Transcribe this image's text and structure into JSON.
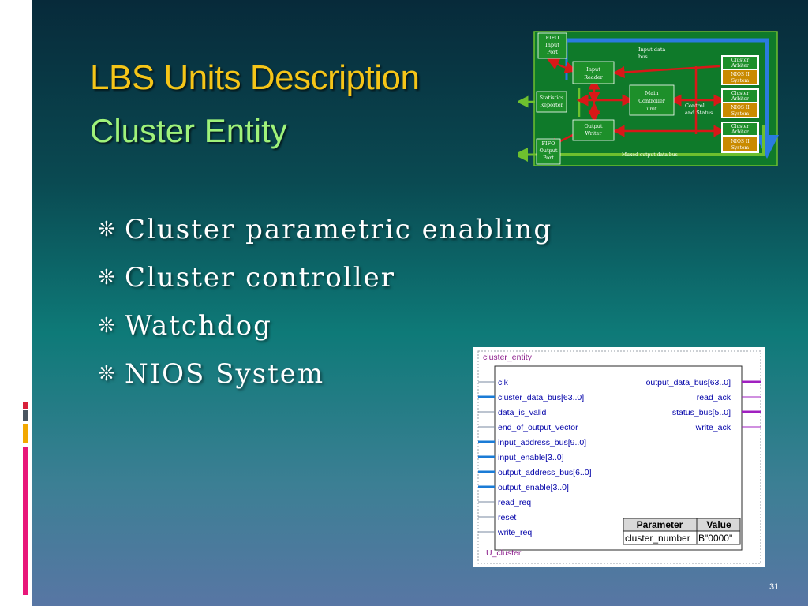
{
  "slide": {
    "title_line1": "LBS Units Description",
    "title_line2": "Cluster Entity",
    "bullet_symbol": "❊",
    "bullets": [
      "Cluster parametric enabling",
      "Cluster controller",
      "Watchdog",
      "NIOS System"
    ],
    "page_number": "31"
  },
  "block_diagram": {
    "fifo_input": [
      "FIFO",
      "Input",
      "Port"
    ],
    "input_reader": [
      "Input",
      "Reader"
    ],
    "statistics_reporter": [
      "Statistics",
      "Reporter"
    ],
    "main_controller": [
      "Main",
      "Controller",
      "unit"
    ],
    "output_writer": [
      "Output",
      "Writer"
    ],
    "fifo_output": [
      "FIFO",
      "Output",
      "Port"
    ],
    "input_data_bus": [
      "Input data",
      "bus"
    ],
    "control_status": [
      "Control",
      "and Status"
    ],
    "muxed_output": "Muxed output data bus",
    "cluster_arbiter": [
      "Cluster",
      "Arbiter"
    ],
    "nios_system": [
      "NIOS II",
      "System"
    ]
  },
  "entity": {
    "name": "cluster_entity",
    "instance": "U_cluster",
    "inputs": [
      "clk",
      "cluster_data_bus[63..0]",
      "data_is_valid",
      "end_of_output_vector",
      "input_address_bus[9..0]",
      "input_enable[3..0]",
      "output_address_bus[6..0]",
      "output_enable[3..0]",
      "read_req",
      "reset",
      "write_req"
    ],
    "outputs": [
      "output_data_bus[63..0]",
      "read_ack",
      "status_bus[5..0]",
      "write_ack"
    ],
    "param_header": [
      "Parameter",
      "Value"
    ],
    "param_row": [
      "cluster_number",
      "B\"0000\""
    ]
  },
  "colors": {
    "title1": "#f5c518",
    "title2": "#9ff27a",
    "bus_blue": "#1a7bd6",
    "port_purple": "#a020c0",
    "arrow_red": "#d81818",
    "block_green": "#1d8f2a",
    "nios_orange": "#c98a00"
  }
}
